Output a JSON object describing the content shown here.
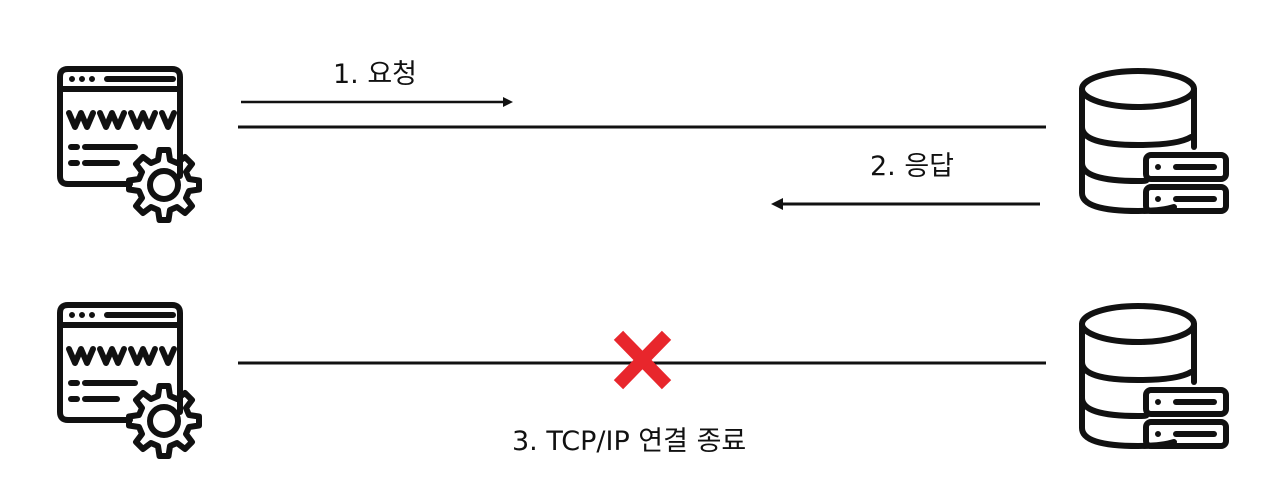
{
  "steps": {
    "request": "1. 요청",
    "response": "2. 응답",
    "close": "3. TCP/IP 연결 종료"
  },
  "icons": {
    "client": "web-browser-gear-icon",
    "server": "database-server-icon",
    "close_mark": "red-x-icon"
  },
  "colors": {
    "line": "#111111",
    "close_mark": "#e8262c"
  }
}
